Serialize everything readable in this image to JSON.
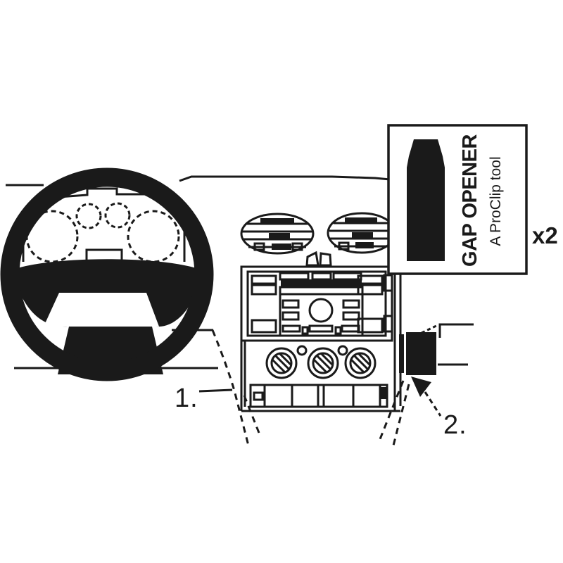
{
  "inset_panel": {
    "tool_name_vertical": "GAP OPENER",
    "tool_subtitle_vertical": "A ProClip tool",
    "quantity_label": "x2"
  },
  "callouts": {
    "step1": "1.",
    "step2": "2."
  },
  "colors": {
    "ink": "#1a1a1a",
    "background": "#ffffff"
  }
}
